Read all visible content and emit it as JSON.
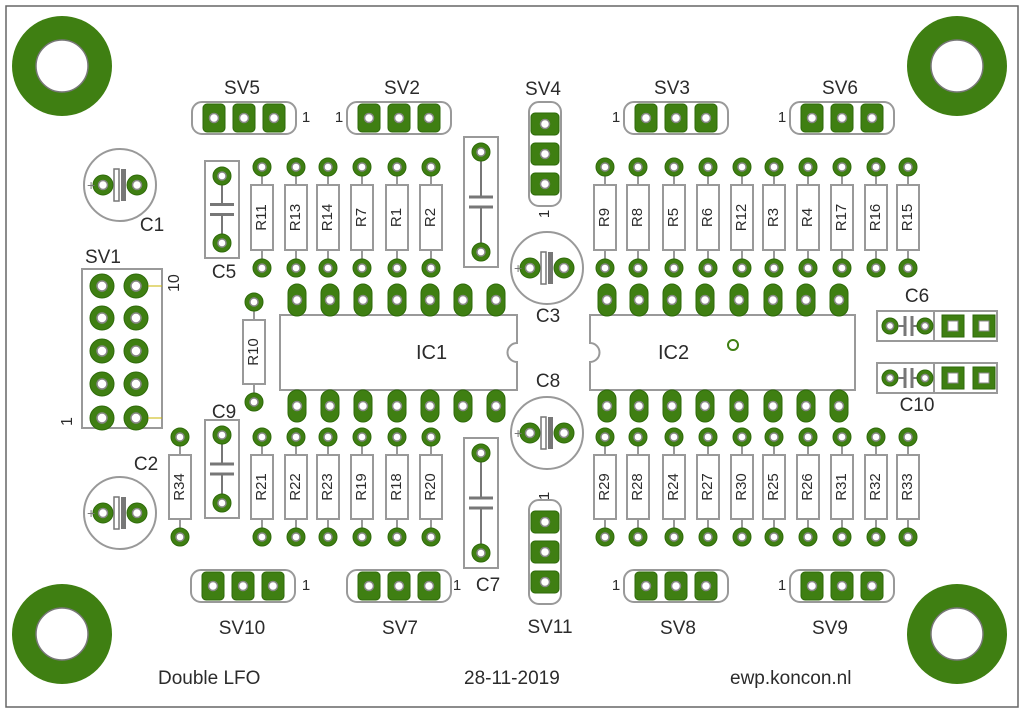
{
  "board": {
    "title": "Double LFO",
    "date": "28-11-2019",
    "website": "ewp.koncon.nl"
  },
  "ics": [
    {
      "ref": "IC1"
    },
    {
      "ref": "IC2"
    }
  ],
  "capacitors_electrolytic": [
    "C1",
    "C2",
    "C3",
    "C8"
  ],
  "capacitors_film": [
    "C5",
    "C9",
    "C7"
  ],
  "capacitors_horizontal": [
    "C6",
    "C10"
  ],
  "resistors_top_left": [
    "R11",
    "R13",
    "R14",
    "R7",
    "R1",
    "R2"
  ],
  "resistors_top_right": [
    "R9",
    "R8",
    "R5",
    "R6",
    "R12",
    "R3",
    "R4",
    "R17",
    "R16",
    "R15"
  ],
  "resistors_bottom_left": [
    "R34",
    "R21",
    "R22",
    "R23",
    "R19",
    "R18",
    "R20"
  ],
  "resistors_bottom_right": [
    "R29",
    "R28",
    "R24",
    "R27",
    "R30",
    "R25",
    "R26",
    "R31",
    "R32",
    "R33"
  ],
  "resistor_middle": "R10",
  "headers_top": [
    {
      "ref": "SV5",
      "pin1": "1"
    },
    {
      "ref": "SV2",
      "pin1": "1"
    },
    {
      "ref": "SV3",
      "pin1": "1"
    },
    {
      "ref": "SV6",
      "pin1": "1"
    }
  ],
  "headers_bottom": [
    {
      "ref": "SV10",
      "pin1": "1"
    },
    {
      "ref": "SV7",
      "pin1": "1"
    },
    {
      "ref": "SV8",
      "pin1": "1"
    },
    {
      "ref": "SV9",
      "pin1": "1"
    }
  ],
  "header_vertical_top": {
    "ref": "SV4",
    "pin1": "1"
  },
  "header_vertical_bottom": {
    "ref": "SV11",
    "pin1": "1"
  },
  "connector_main": {
    "ref": "SV1",
    "pin1": "1",
    "pin10": "10"
  },
  "colors": {
    "copper": "#3f7f12",
    "outline": "#999999",
    "text": "#2b2b2b"
  }
}
